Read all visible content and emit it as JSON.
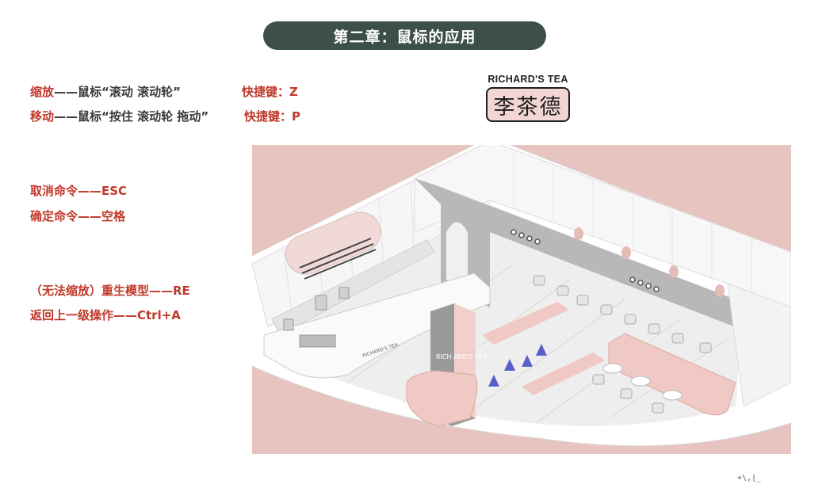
{
  "title": "第二章：鼠标的应用",
  "instructions": {
    "zoom": {
      "action": "缩放",
      "dash": "——",
      "desc": "鼠标“滚动 滚动轮”",
      "hotkey": "快捷键：Z"
    },
    "move": {
      "action": "移动",
      "dash": "——",
      "desc": "鼠标“按住 滚动轮 拖动”",
      "hotkey": "快捷键：P"
    },
    "cancel": {
      "text": "取消命令——ESC"
    },
    "confirm": {
      "text": "确定命令——空格"
    },
    "regen": {
      "text": "（无法缩放）重生模型——RE"
    },
    "back": {
      "text": "返回上一级操作——Ctrl+A"
    }
  },
  "logo": {
    "brand_en": "RICHARD'S TEA",
    "brand_cn": "李茶德"
  },
  "scene": {
    "sign_text": "RICHARD'S TEA",
    "pillar_text": "RICH ARD'S TEA",
    "colors": {
      "backdrop": "#e8c4c1",
      "wall": "#f4f4f4",
      "floor": "#eeeeee",
      "pink": "#e9c9c5",
      "chair_accent": "#5a5fc8"
    }
  },
  "corner_mark": "+\\,|_"
}
